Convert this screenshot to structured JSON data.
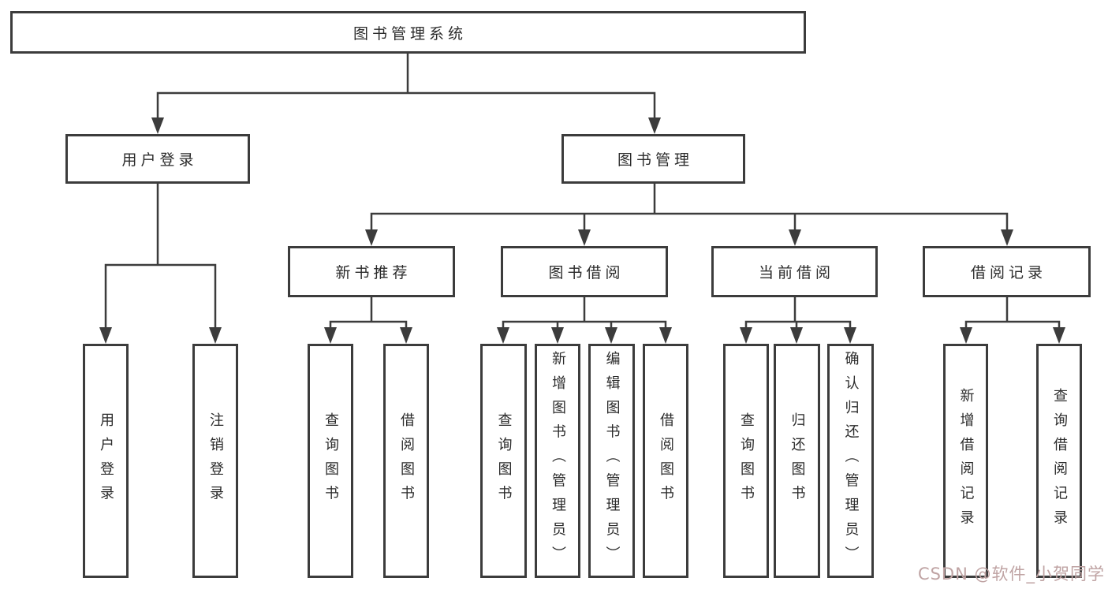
{
  "diagram": {
    "type": "tree",
    "colors": {
      "line": "#3c3c3c",
      "box_border": "#3c3c3c",
      "text": "#2b2b2b",
      "background": "#ffffff",
      "watermark": "#bfa3a3"
    },
    "tree": {
      "root": {
        "label": "图书管理系统",
        "children": [
          {
            "label": "用户登录",
            "children": [
              {
                "label": "用户登录"
              },
              {
                "label": "注销登录"
              }
            ]
          },
          {
            "label": "图书管理",
            "children": [
              {
                "label": "新书推荐",
                "children": [
                  {
                    "label": "查询图书"
                  },
                  {
                    "label": "借阅图书"
                  }
                ]
              },
              {
                "label": "图书借阅",
                "children": [
                  {
                    "label": "查询图书"
                  },
                  {
                    "label": "新增图书（管理员）"
                  },
                  {
                    "label": "编辑图书（管理员）"
                  },
                  {
                    "label": "借阅图书"
                  }
                ]
              },
              {
                "label": "当前借阅",
                "children": [
                  {
                    "label": "查询图书"
                  },
                  {
                    "label": "归还图书"
                  },
                  {
                    "label": "确认归还（管理员）"
                  }
                ]
              },
              {
                "label": "借阅记录",
                "children": [
                  {
                    "label": "新增借阅记录"
                  },
                  {
                    "label": "查询借阅记录"
                  }
                ]
              }
            ]
          }
        ]
      }
    }
  },
  "watermark": {
    "text": "CSDN @软件_小贺同学"
  }
}
